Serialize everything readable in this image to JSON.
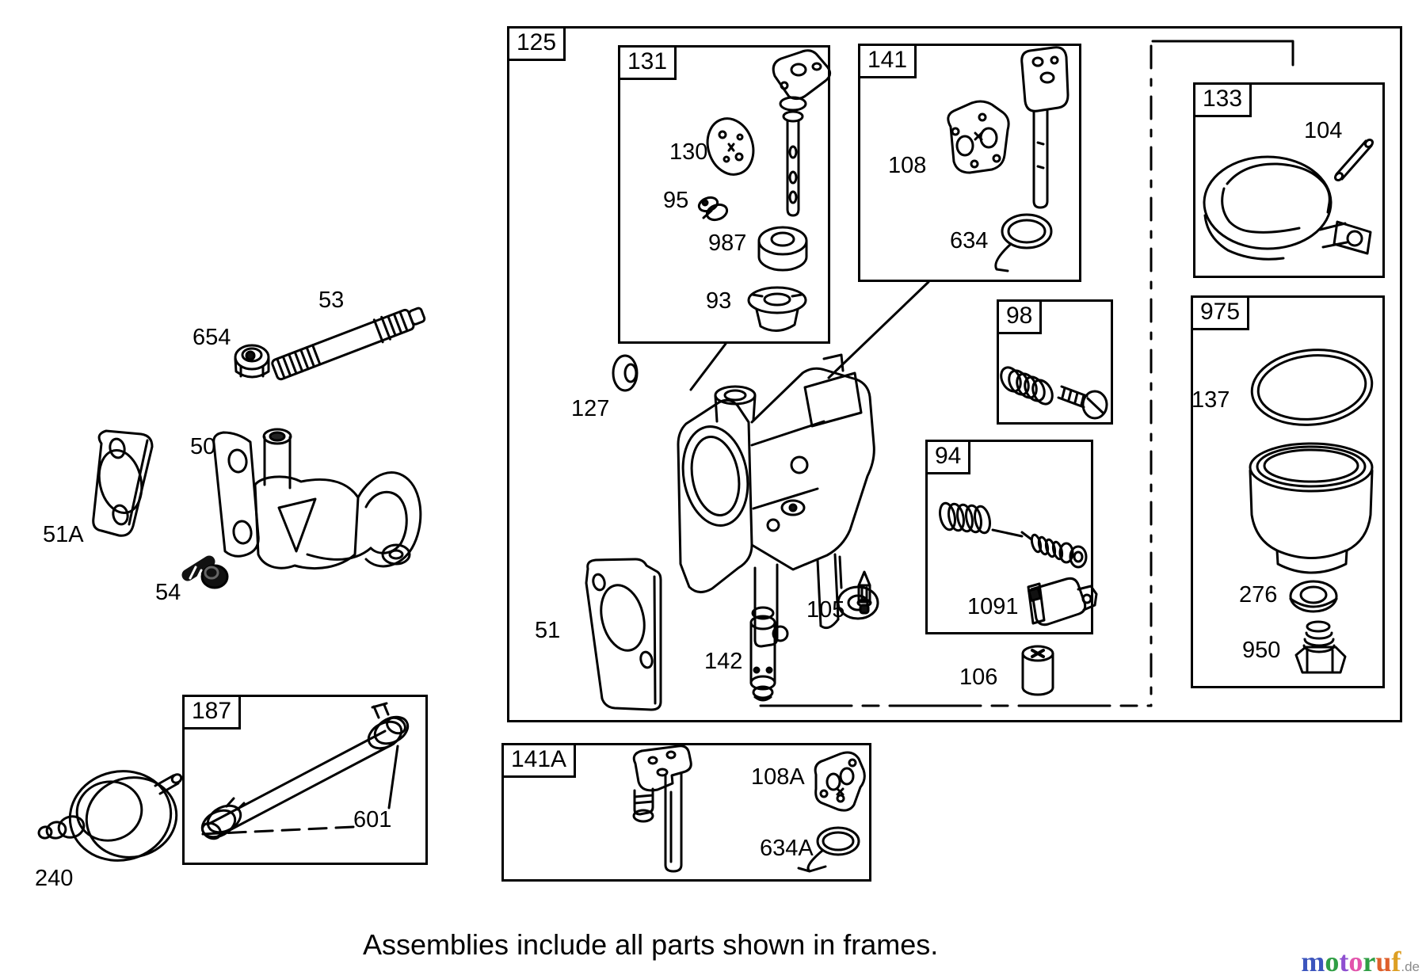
{
  "caption": "Assemblies include all parts shown in frames.",
  "frames": {
    "f125": "125",
    "f131": "131",
    "f141": "141",
    "f133": "133",
    "f975": "975",
    "f98": "98",
    "f94": "94",
    "f187": "187",
    "f141A": "141A"
  },
  "part_labels": {
    "p53": "53",
    "p654": "654",
    "p50": "50",
    "p51A": "51A",
    "p54": "54",
    "p240": "240",
    "p601": "601",
    "p130": "130",
    "p95": "95",
    "p987": "987",
    "p93": "93",
    "p127": "127",
    "p51": "51",
    "p142": "142",
    "p105": "105",
    "p108": "108",
    "p634": "634",
    "p1091": "1091",
    "p106": "106",
    "p104": "104",
    "p137": "137",
    "p276": "276",
    "p950": "950",
    "p108A": "108A",
    "p634A": "634A"
  },
  "watermark": {
    "letters": [
      {
        "char": "m",
        "style": "color:#3c55bd"
      },
      {
        "char": "o",
        "style": "color:#2f9e44"
      },
      {
        "char": "t",
        "style": "color:#8e4fd0"
      },
      {
        "char": "o",
        "style": "color:#e253ab"
      },
      {
        "char": "r",
        "style": "color:#2f9e44"
      },
      {
        "char": "u",
        "style": "color:#de5f2b"
      },
      {
        "char": "f",
        "style": "color:#dd9f23"
      }
    ],
    "suffix": ".de",
    "suffix_style": "color:#8b8b8b"
  }
}
